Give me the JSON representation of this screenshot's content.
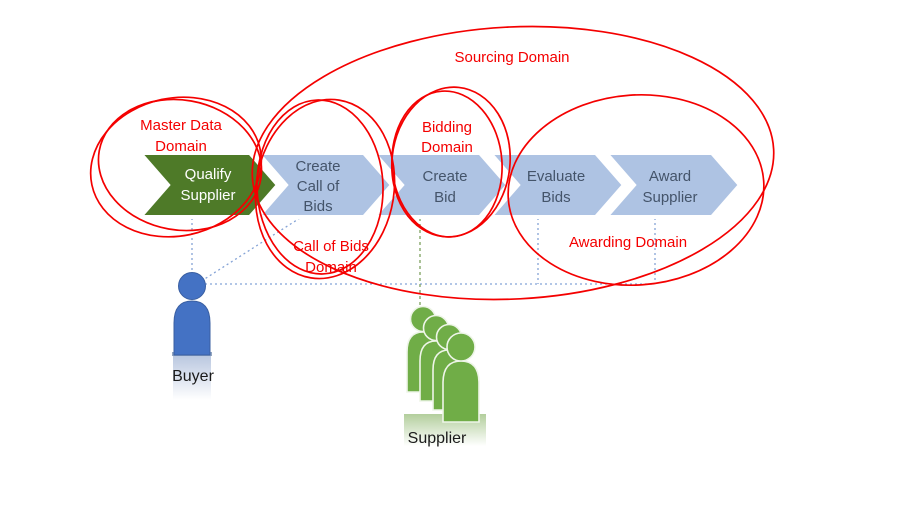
{
  "process": {
    "steps": [
      {
        "name": "qualify-supplier",
        "lines": [
          "Qualify",
          "Supplier"
        ],
        "style": "green"
      },
      {
        "name": "create-call-of-bids",
        "lines": [
          "Create",
          "Call of",
          "Bids"
        ],
        "style": "blue"
      },
      {
        "name": "create-bid",
        "lines": [
          "Create",
          "Bid"
        ],
        "style": "blue"
      },
      {
        "name": "evaluate-bids",
        "lines": [
          "Evaluate",
          "Bids"
        ],
        "style": "blue"
      },
      {
        "name": "award-supplier",
        "lines": [
          "Award",
          "Supplier"
        ],
        "style": "blue"
      }
    ]
  },
  "domains": {
    "sourcing": {
      "label": "Sourcing Domain"
    },
    "master_data": {
      "line1": "Master Data",
      "line2": "Domain"
    },
    "bidding": {
      "line1": "Bidding",
      "line2": "Domain"
    },
    "call_of_bids": {
      "line1": "Call of Bids",
      "line2": "Domain"
    },
    "awarding": {
      "label": "Awarding Domain"
    }
  },
  "actors": {
    "buyer": {
      "label": "Buyer"
    },
    "supplier": {
      "label": "Supplier"
    }
  },
  "colors": {
    "domain_outline": "#f40000",
    "domain_label": "#f40000",
    "chevron_blue_fill": "#aec3e3",
    "chevron_blue_text": "#44546a",
    "chevron_green_fill": "#4e7a28",
    "chevron_green_text": "#ffffff",
    "buyer_fill": "#4472c4",
    "supplier_fill": "#70ad47",
    "connector_blue_dashed": "#85a3d6",
    "connector_green_dashed": "#7ca05f",
    "background": "#ffffff"
  }
}
